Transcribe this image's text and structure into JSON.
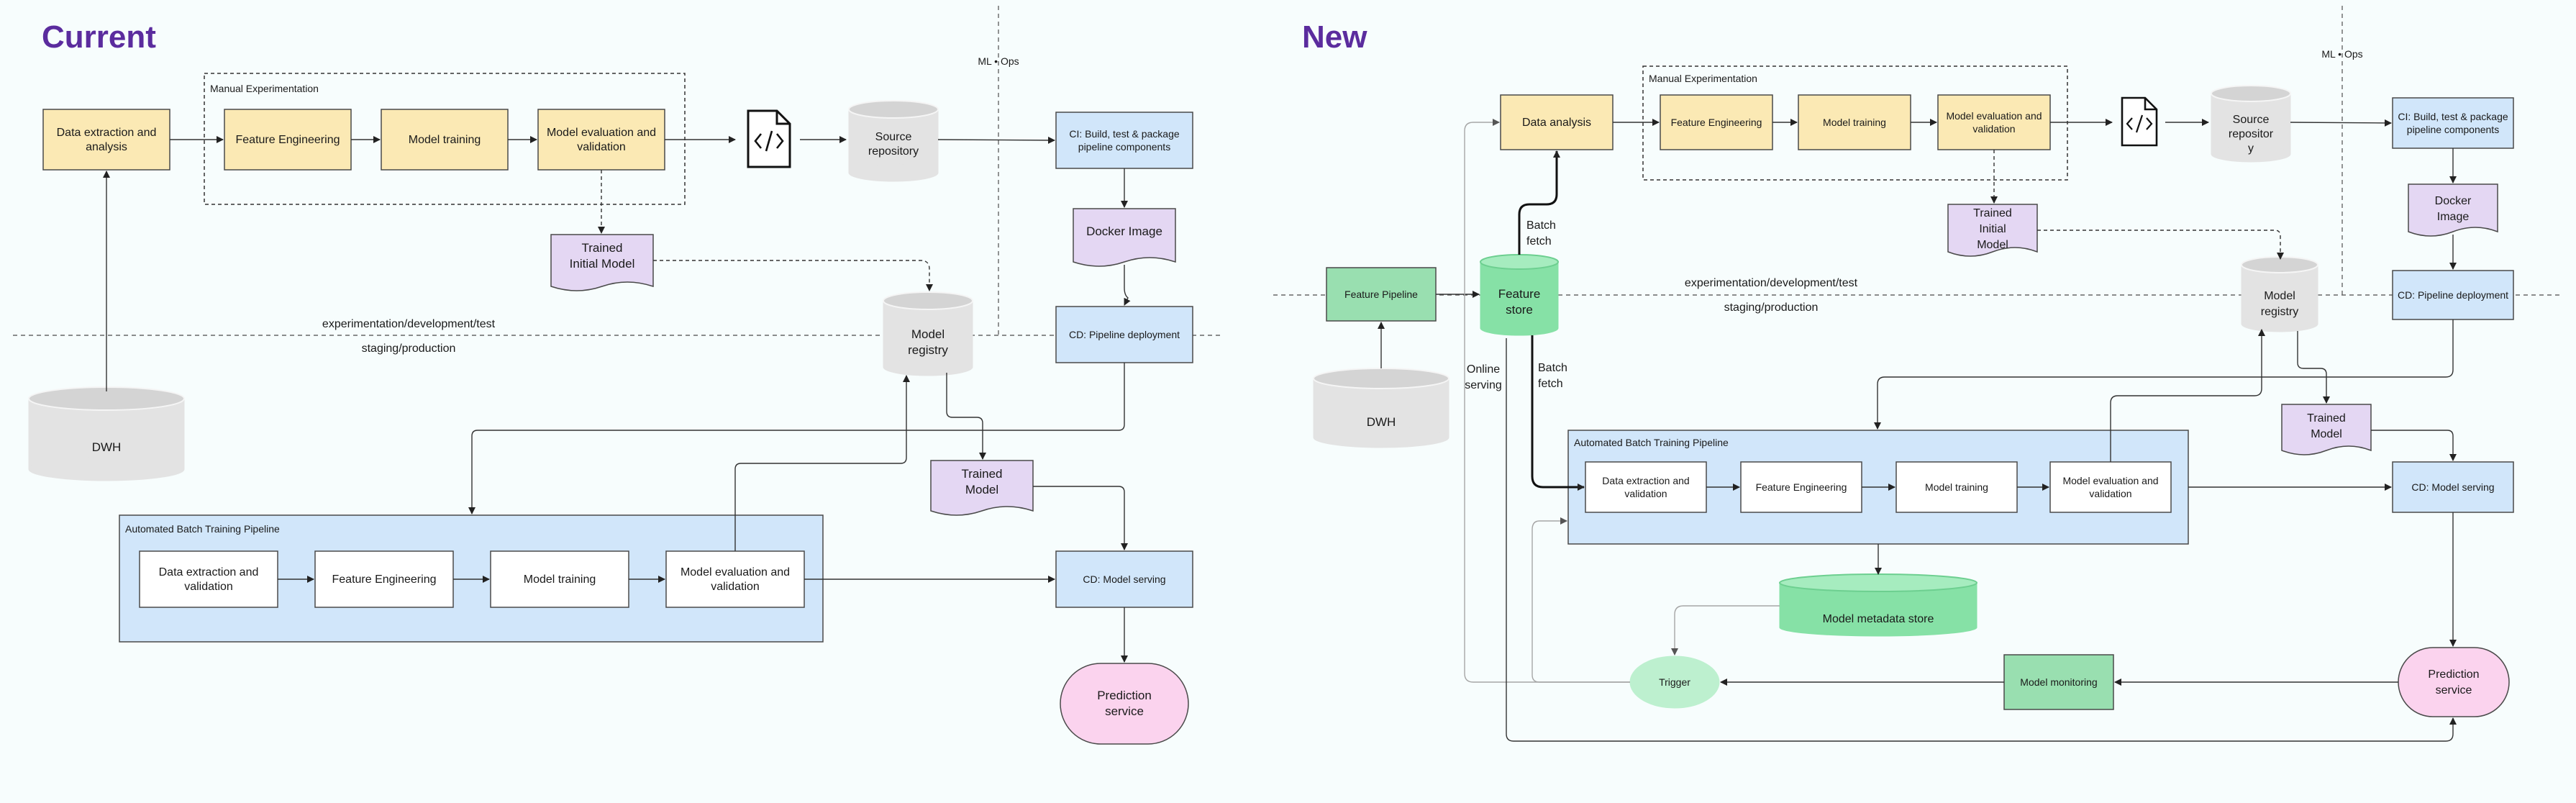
{
  "panels": {
    "current": {
      "title": "Current",
      "separator_top": "experimentation/development/test",
      "separator_bottom": "staging/production",
      "mlops": "ML • Ops",
      "manual_frame": "Manual Experimentation",
      "nodes": {
        "data_extraction": [
          "Data extraction and",
          "analysis"
        ],
        "feature_eng": [
          "Feature Engineering"
        ],
        "model_training": [
          "Model training"
        ],
        "model_eval": [
          "Model evaluation and",
          "validation"
        ],
        "source_code": "Source Code",
        "source_repo": [
          "Source",
          "repository"
        ],
        "ci_build": [
          "CI: Build, test & package",
          "pipeline components"
        ],
        "docker_image": [
          "Docker Image"
        ],
        "trained_initial": [
          "Trained",
          "Initial Model"
        ],
        "model_registry": [
          "Model",
          "registry"
        ],
        "cd_pipeline": [
          "CD: Pipeline deployment"
        ],
        "dwh": "DWH",
        "trained_model": [
          "Trained",
          "Model"
        ],
        "batch_frame": "Automated Batch Training Pipeline",
        "b_data_extraction": [
          "Data extraction and",
          "validation"
        ],
        "b_feature_eng": [
          "Feature Engineering"
        ],
        "b_model_training": [
          "Model training"
        ],
        "b_model_eval": [
          "Model evaluation and",
          "validation"
        ],
        "cd_serving": [
          "CD: Model serving"
        ],
        "prediction": [
          "Prediction",
          "service"
        ]
      }
    },
    "new": {
      "title": "New",
      "separator_top": "experimentation/development/test",
      "separator_bottom": "staging/production",
      "mlops": "ML • Ops",
      "manual_frame": "Manual Experimentation",
      "nodes": {
        "data_analysis": [
          "Data analysis"
        ],
        "feature_eng": [
          "Feature Engineering"
        ],
        "model_training": [
          "Model training"
        ],
        "model_eval": [
          "Model evaluation and",
          "validation"
        ],
        "source_code": "Source Code",
        "source_repo": [
          "Source",
          "repositor",
          "y"
        ],
        "ci_build": [
          "CI: Build, test & package",
          "pipeline components"
        ],
        "docker_image": [
          "Docker",
          "Image"
        ],
        "trained_initial": [
          "Trained",
          "Initial",
          "Model"
        ],
        "model_registry": [
          "Model",
          "registry"
        ],
        "cd_pipeline": [
          "CD: Pipeline deployment"
        ],
        "feature_pipeline": [
          "Feature Pipeline"
        ],
        "feature_store": [
          "Feature",
          "store"
        ],
        "batch_fetch_top": [
          "Batch",
          "fetch"
        ],
        "batch_fetch_bottom": [
          "Batch",
          "fetch"
        ],
        "online_serving": [
          "Online",
          "serving"
        ],
        "dwh": "DWH",
        "trained_model": [
          "Trained",
          "Model"
        ],
        "batch_frame": "Automated Batch Training Pipeline",
        "b_data_extraction": [
          "Data extraction and",
          "validation"
        ],
        "b_feature_eng": [
          "Feature Engineering"
        ],
        "b_model_training": [
          "Model training"
        ],
        "b_model_eval": [
          "Model evaluation and",
          "validation"
        ],
        "cd_serving": [
          "CD: Model serving"
        ],
        "metadata_store": [
          "Model metadata store"
        ],
        "trigger": [
          "Trigger"
        ],
        "model_monitoring": [
          "Model monitoring"
        ],
        "prediction": [
          "Prediction",
          "service"
        ]
      }
    }
  }
}
